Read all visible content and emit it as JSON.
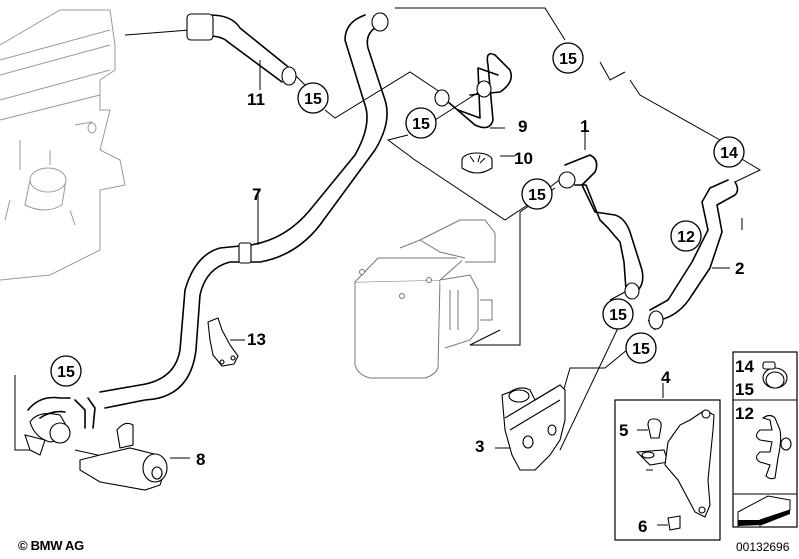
{
  "diagram": {
    "title": "Auxiliary heater coolant hoses",
    "callouts": [
      {
        "id": "label-1",
        "text": "1"
      },
      {
        "id": "label-2",
        "text": "2"
      },
      {
        "id": "label-3",
        "text": "3"
      },
      {
        "id": "label-4",
        "text": "4"
      },
      {
        "id": "label-5",
        "text": "5"
      },
      {
        "id": "label-6",
        "text": "6"
      },
      {
        "id": "label-7",
        "text": "7"
      },
      {
        "id": "label-8",
        "text": "8"
      },
      {
        "id": "label-9",
        "text": "9"
      },
      {
        "id": "label-10",
        "text": "10"
      },
      {
        "id": "label-11",
        "text": "11"
      },
      {
        "id": "label-12",
        "text": "12"
      },
      {
        "id": "label-13",
        "text": "13"
      }
    ],
    "circled": {
      "c15_a": "15",
      "c15_b": "15",
      "c15_c": "15",
      "c15_d": "15",
      "c15_e": "15",
      "c15_f": "15",
      "c15_g": "15",
      "c14": "14",
      "c12": "12"
    },
    "legend": {
      "clamp_labels": [
        "14",
        "15"
      ],
      "clip_label": "12",
      "arrow_icon": "direction-arrow"
    },
    "footer": {
      "copyright": "© BMW AG",
      "document_number": "00132696"
    }
  }
}
